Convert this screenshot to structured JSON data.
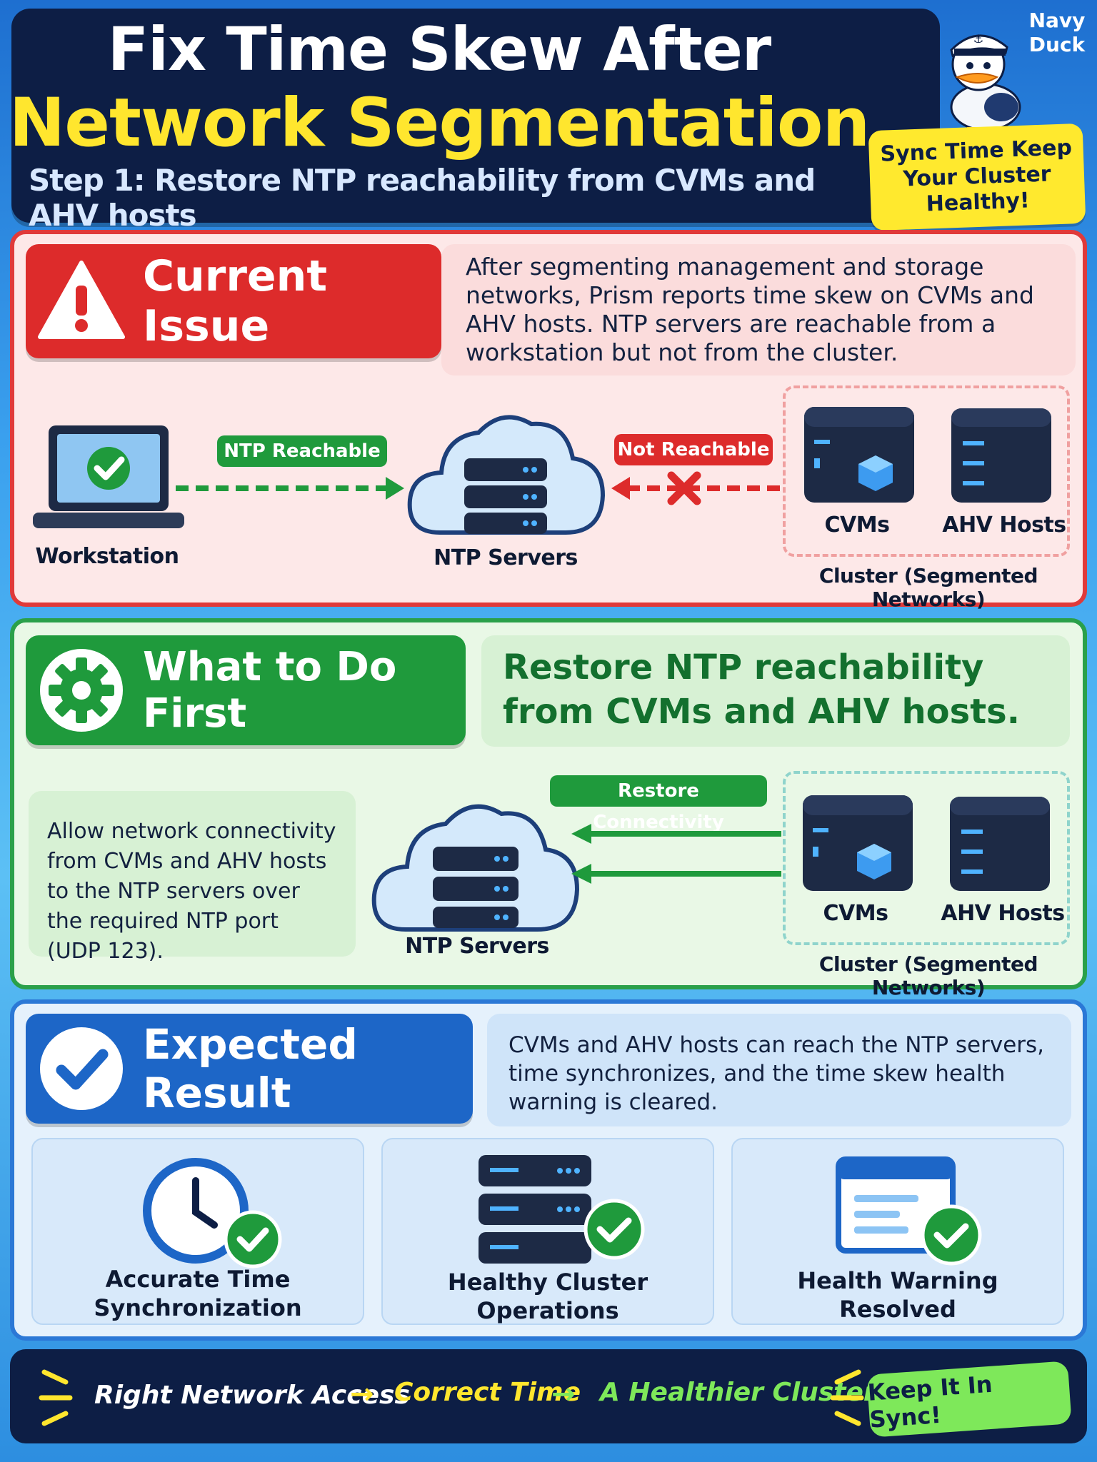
{
  "header": {
    "title_line1": "Fix Time Skew After",
    "title_line2": "Network Segmentation",
    "subtitle": "Step 1: Restore NTP reachability from CVMs and AHV hosts",
    "mascot_label_line1": "Navy",
    "mascot_label_line2": "Duck",
    "sticky_note": "Sync Time Keep Your Cluster Healthy!"
  },
  "issue": {
    "heading": "Current Issue",
    "description": "After segmenting management and storage networks, Prism reports time skew on CVMs and AHV hosts. NTP servers are reachable from a workstation but not from the cluster.",
    "workstation_label": "Workstation",
    "reachable_pill": "NTP Reachable",
    "ntp_label": "NTP Servers",
    "unreachable_pill": "Not Reachable",
    "cvms_label": "CVMs",
    "hosts_label": "AHV Hosts",
    "cluster_label": "Cluster (Segmented Networks)"
  },
  "action": {
    "heading": "What to Do First",
    "title": "Restore NTP reachability from CVMs and AHV hosts.",
    "body": "Allow network connectivity from CVMs and AHV hosts to the NTP servers over the required NTP port (UDP 123).",
    "restore_pill": "Restore Connectivity",
    "ntp_label": "NTP Servers",
    "cvms_label": "CVMs",
    "hosts_label": "AHV Hosts",
    "cluster_label": "Cluster (Segmented Networks)"
  },
  "result": {
    "heading": "Expected Result",
    "description": "CVMs and AHV hosts can reach the NTP servers, time synchronizes, and the time skew health warning is cleared.",
    "cards": [
      {
        "label_line1": "Accurate Time",
        "label_line2": "Synchronization",
        "icon": "clock-check-icon"
      },
      {
        "label_line1": "Healthy Cluster",
        "label_line2": "Operations",
        "icon": "server-check-icon"
      },
      {
        "label_line1": "Health Warning",
        "label_line2": "Resolved",
        "icon": "window-check-icon"
      }
    ]
  },
  "footer": {
    "step1": "Right Network Access",
    "step2": "Correct Time",
    "step3": "A Healthier Cluster!",
    "arrow": "→",
    "badge": "Keep It In Sync!"
  },
  "colors": {
    "navy": "#0d1e45",
    "yellow": "#ffe62e",
    "red": "#dd2b2b",
    "green": "#1f9a3c",
    "blue": "#1d66c7"
  }
}
